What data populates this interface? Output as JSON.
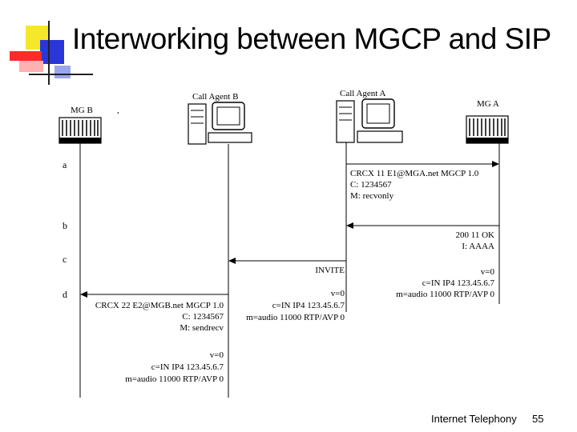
{
  "slide": {
    "title": "Interworking between MGCP and SIP",
    "footer_left": "Internet Telephony",
    "page_number": "55",
    "accent_colors": {
      "yellow": "#f5e82a",
      "blue": "#2a36d8",
      "red": "#ff2a2a"
    }
  },
  "diagram": {
    "entities": {
      "mg_b": "MG B",
      "call_agent_b": "Call Agent B",
      "call_agent_a": "Call Agent A",
      "mg_a": "MG A"
    },
    "stray_mark": ",",
    "steps": [
      "a",
      "b",
      "c",
      "d"
    ],
    "messages": {
      "crcx11": [
        "CRCX 11 E1@MGA.net MGCP 1.0",
        "C: 1234567",
        "M: recvonly"
      ],
      "ok200": [
        "200 11 OK",
        "I: AAAA"
      ],
      "invite_label": "INVITE",
      "invite_sdp": [
        "v=0",
        "c=IN IP4 123.45.6.7",
        "m=audio 11000 RTP/AVP 0"
      ],
      "invite_sdp_right": [
        "v=0",
        "c=IN IP4 123.45.6.7",
        "m=audio 11000 RTP/AVP 0"
      ],
      "crcx22": [
        "CRCX 22 E2@MGB.net MGCP 1.0",
        "C: 1234567",
        "M: sendrecv"
      ],
      "crcx22_sdp": [
        "v=0",
        "c=IN IP4 123.45.6.7",
        "m=audio 11000 RTP/AVP 0"
      ]
    }
  }
}
